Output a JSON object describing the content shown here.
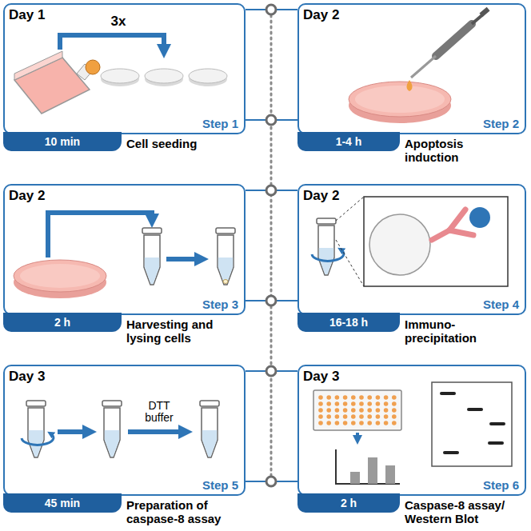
{
  "diagram": {
    "nodes": [
      {
        "text": [
          "Day 1",
          "Step 1",
          "Cell seeding"
        ]
      },
      {
        "text": [
          "10 min"
        ],
        "in": 0
      },
      {
        "text": [
          "Day 2",
          "Step 2",
          "Apoptosis induction"
        ]
      },
      {
        "text": [
          "1-4 h"
        ],
        "in": 2
      },
      {
        "text": [
          "Day 2",
          "Step 3",
          "Harvesting and lysing cells"
        ]
      },
      {
        "text": [
          "2 h"
        ],
        "in": 4
      },
      {
        "text": [
          "Day 2",
          "Step 4",
          "Immuno- precipitation"
        ]
      },
      {
        "text": [
          "16-18 h"
        ],
        "in": 6
      },
      {
        "text": [
          "Day 3",
          "Step 5",
          "Preparation of caspase-8 assay"
        ]
      },
      {
        "text": [
          "45 min"
        ],
        "in": 8
      },
      {
        "text": [
          "Day 3",
          "Step 6",
          "Caspase-8 assay/ Western Blot"
        ]
      },
      {
        "text": [
          "2 h"
        ],
        "in": 10
      }
    ],
    "labels": [
      "3x",
      "DTT buffer"
    ]
  }
}
